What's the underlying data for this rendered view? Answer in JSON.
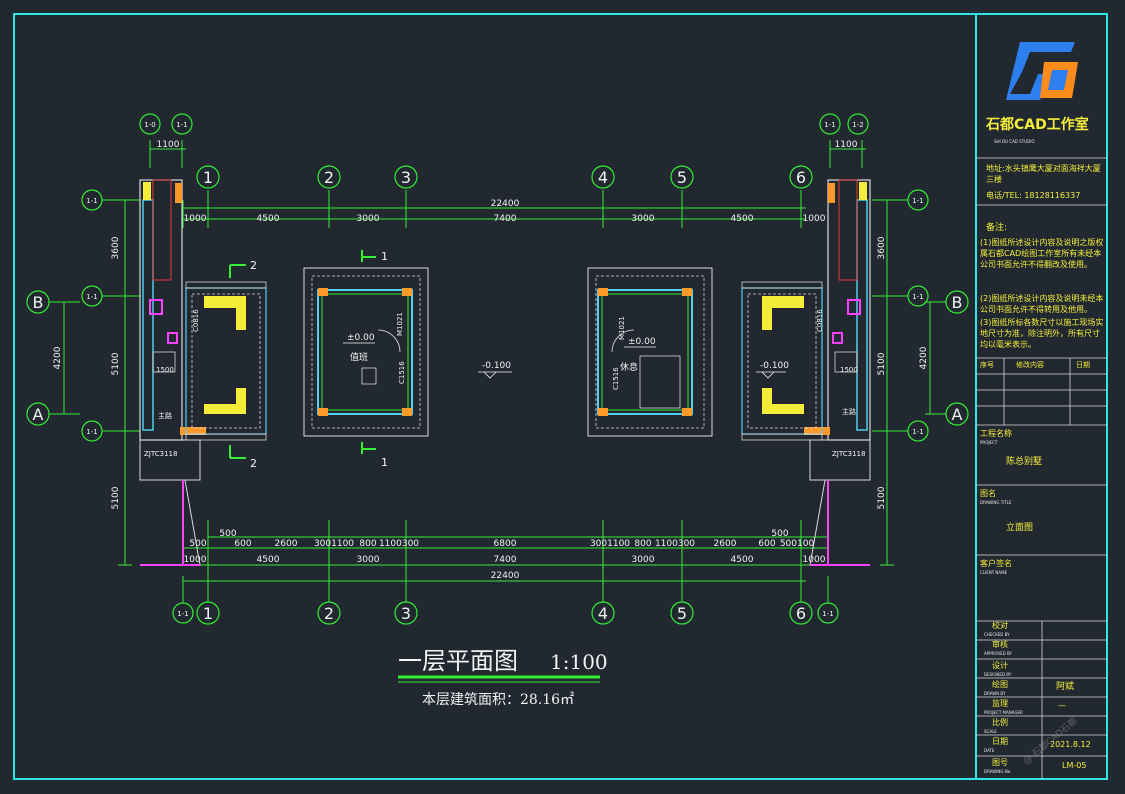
{
  "drawing": {
    "title": "一层平面图",
    "scale": "1:100",
    "area_label": "本层建筑面积：28.16㎡",
    "axis_numbers": [
      "1",
      "2",
      "3",
      "4",
      "5",
      "6"
    ],
    "axis_letters": [
      "A",
      "B"
    ],
    "sub_axes": {
      "top_left_a": "1-0",
      "top_left_b": "1-1",
      "top_right_a": "1-1",
      "top_right_b": "1-2",
      "left_1": "1-1",
      "left_2": "1-1",
      "left_3": "1-1",
      "right_1": "1-1",
      "right_2": "1-1",
      "right_3": "1-1",
      "bottom_left": "1-1",
      "bottom_right": "1-1"
    },
    "top_dims": {
      "total": "22400",
      "tick_1100_left": "1100",
      "tick_1100_right": "1100",
      "row": [
        "1000",
        "4500",
        "3000",
        "7400",
        "3000",
        "4500",
        "1000"
      ]
    },
    "bottom_dims": {
      "row1_left": [
        "500",
        "500",
        "600",
        "2600",
        "3001100",
        "800",
        "1100300"
      ],
      "row1_mid": "6800",
      "row1_right": [
        "3001100",
        "800",
        "1100300",
        "2600",
        "600",
        "500100"
      ],
      "row1_right_top": "500",
      "row2": [
        "1000",
        "4500",
        "3000",
        "7400",
        "3000",
        "4500",
        "1000"
      ],
      "total": "22400"
    },
    "left_dims": [
      "3600",
      "5100",
      "5100"
    ],
    "left_outer": "4200",
    "right_dims": [
      "3600",
      "5100",
      "5100"
    ],
    "right_outer": "4200",
    "section_marks": {
      "s1": "1",
      "s2": "2"
    },
    "room_labels": {
      "left_cabin": "值班",
      "right_cabin": "休息",
      "left_gate_room": "主路",
      "right_gate_room": "主路"
    },
    "levels": {
      "l1": "±0.00",
      "l2": "±0.00",
      "l3": "-0.100",
      "l4": "-0.100"
    },
    "door_window_tags": {
      "c0816_left": "C0816",
      "c0816_right": "C0816",
      "m1021_left": "M1021",
      "m1021_right": "M1021",
      "c1516_left": "C1516",
      "c1516_right": "C1516",
      "zjtc_left": "ZJTC3118",
      "zjtc_right": "ZJTC3118",
      "small_1500_left": "1500",
      "small_1500_right": "1500"
    }
  },
  "title_block": {
    "studio_name": "石都CAD工作室",
    "studio_sub": "SHI DU CAD STUDIO",
    "address": "地址:水头镇鹰大厦对面海祥大厦三楼",
    "phone": "电话/TEL: 18128116337",
    "notes_heading": "备注:",
    "note_1": "(1)图纸所述设计内容及说明之版权属石都CAD绘图工作室所有未经本公司书面允许不得翻改及使用。",
    "note_2": "(2)图纸所述设计内容及说明未经本公司书面允许不得转用及他用。",
    "note_3": "(3)图纸所标各数尺寸以施工现场实地尺寸为准，除注明外，所有尺寸均以毫米表示。",
    "rev_headers": [
      "序号",
      "修改内容",
      "日期"
    ],
    "project_label": "工程名称",
    "project_label_en": "PROJECT",
    "project_name": "陈总别墅",
    "drawing_label": "图名",
    "drawing_label_en": "DRAWING TITLE",
    "drawing_name": "立面图",
    "client_label": "客户签名",
    "client_label_en": "CLIENT NAME",
    "rows": [
      {
        "label": "校对",
        "en": "CHECKED BY",
        "value": ""
      },
      {
        "label": "审核",
        "en": "APPROVED BY",
        "value": ""
      },
      {
        "label": "设计",
        "en": "DESIGNED BY",
        "value": ""
      },
      {
        "label": "绘图",
        "en": "DRAWN BY",
        "value": "阿斌"
      },
      {
        "label": "监理",
        "en": "PROJECT MANAGER",
        "value": "—"
      },
      {
        "label": "比例",
        "en": "SCALE",
        "value": ""
      },
      {
        "label": "日期",
        "en": "DATE",
        "value": "2021.8.12"
      },
      {
        "label": "图号",
        "en": "DRAWING No.",
        "value": "LM-05"
      }
    ],
    "watermark": "@ 石都CAD石都"
  },
  "colors": {
    "bg": "#212830",
    "frame": "#2ee6e6",
    "dim": "#33ee33",
    "wall": "#d9d9d9",
    "glass": "#4fd0f0",
    "yellow": "#f4ee3a",
    "magenta": "#ff40ff",
    "red": "#e23a3a",
    "orange": "#ff9a2a"
  }
}
